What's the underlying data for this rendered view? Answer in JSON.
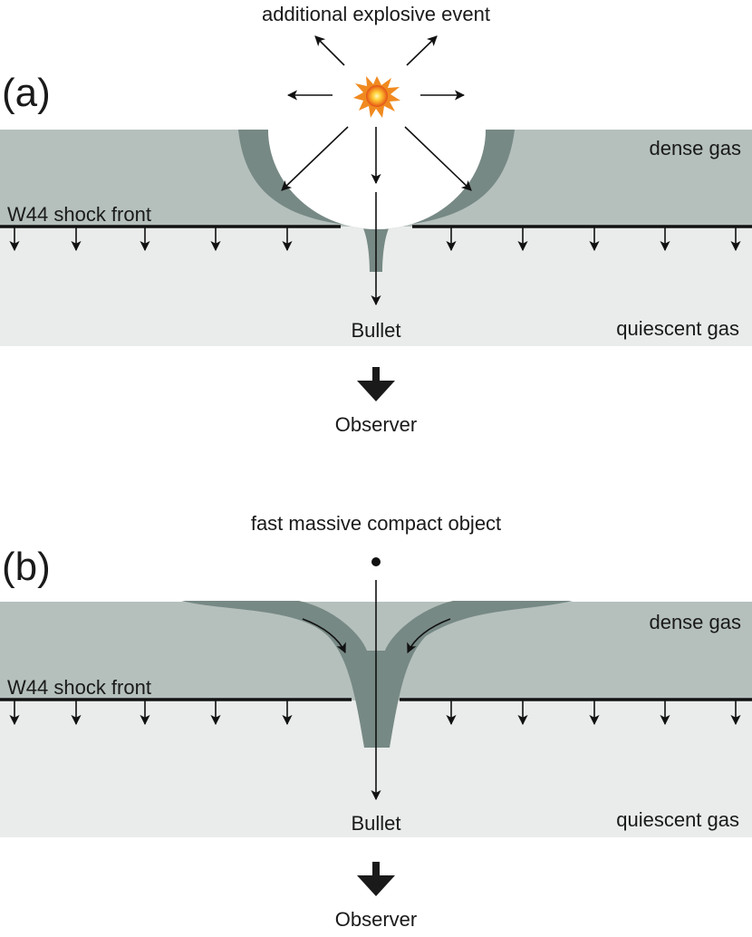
{
  "panel_a": {
    "label": "(a)",
    "event_label": "additional explosive event",
    "dense_label": "dense gas",
    "shock_label": "W44 shock front",
    "bullet_label": "Bullet",
    "quiescent_label": "quiescent gas",
    "observer_label": "Observer"
  },
  "panel_b": {
    "label": "(b)",
    "object_label": "fast massive compact object",
    "dense_label": "dense gas",
    "shock_label": "W44 shock front",
    "bullet_label": "Bullet",
    "quiescent_label": "quiescent gas",
    "observer_label": "Observer"
  },
  "colors": {
    "dense_gas": "#b5c0bd",
    "quiescent_gas": "#e9ecea",
    "shell": "#778985",
    "line": "#111111"
  }
}
